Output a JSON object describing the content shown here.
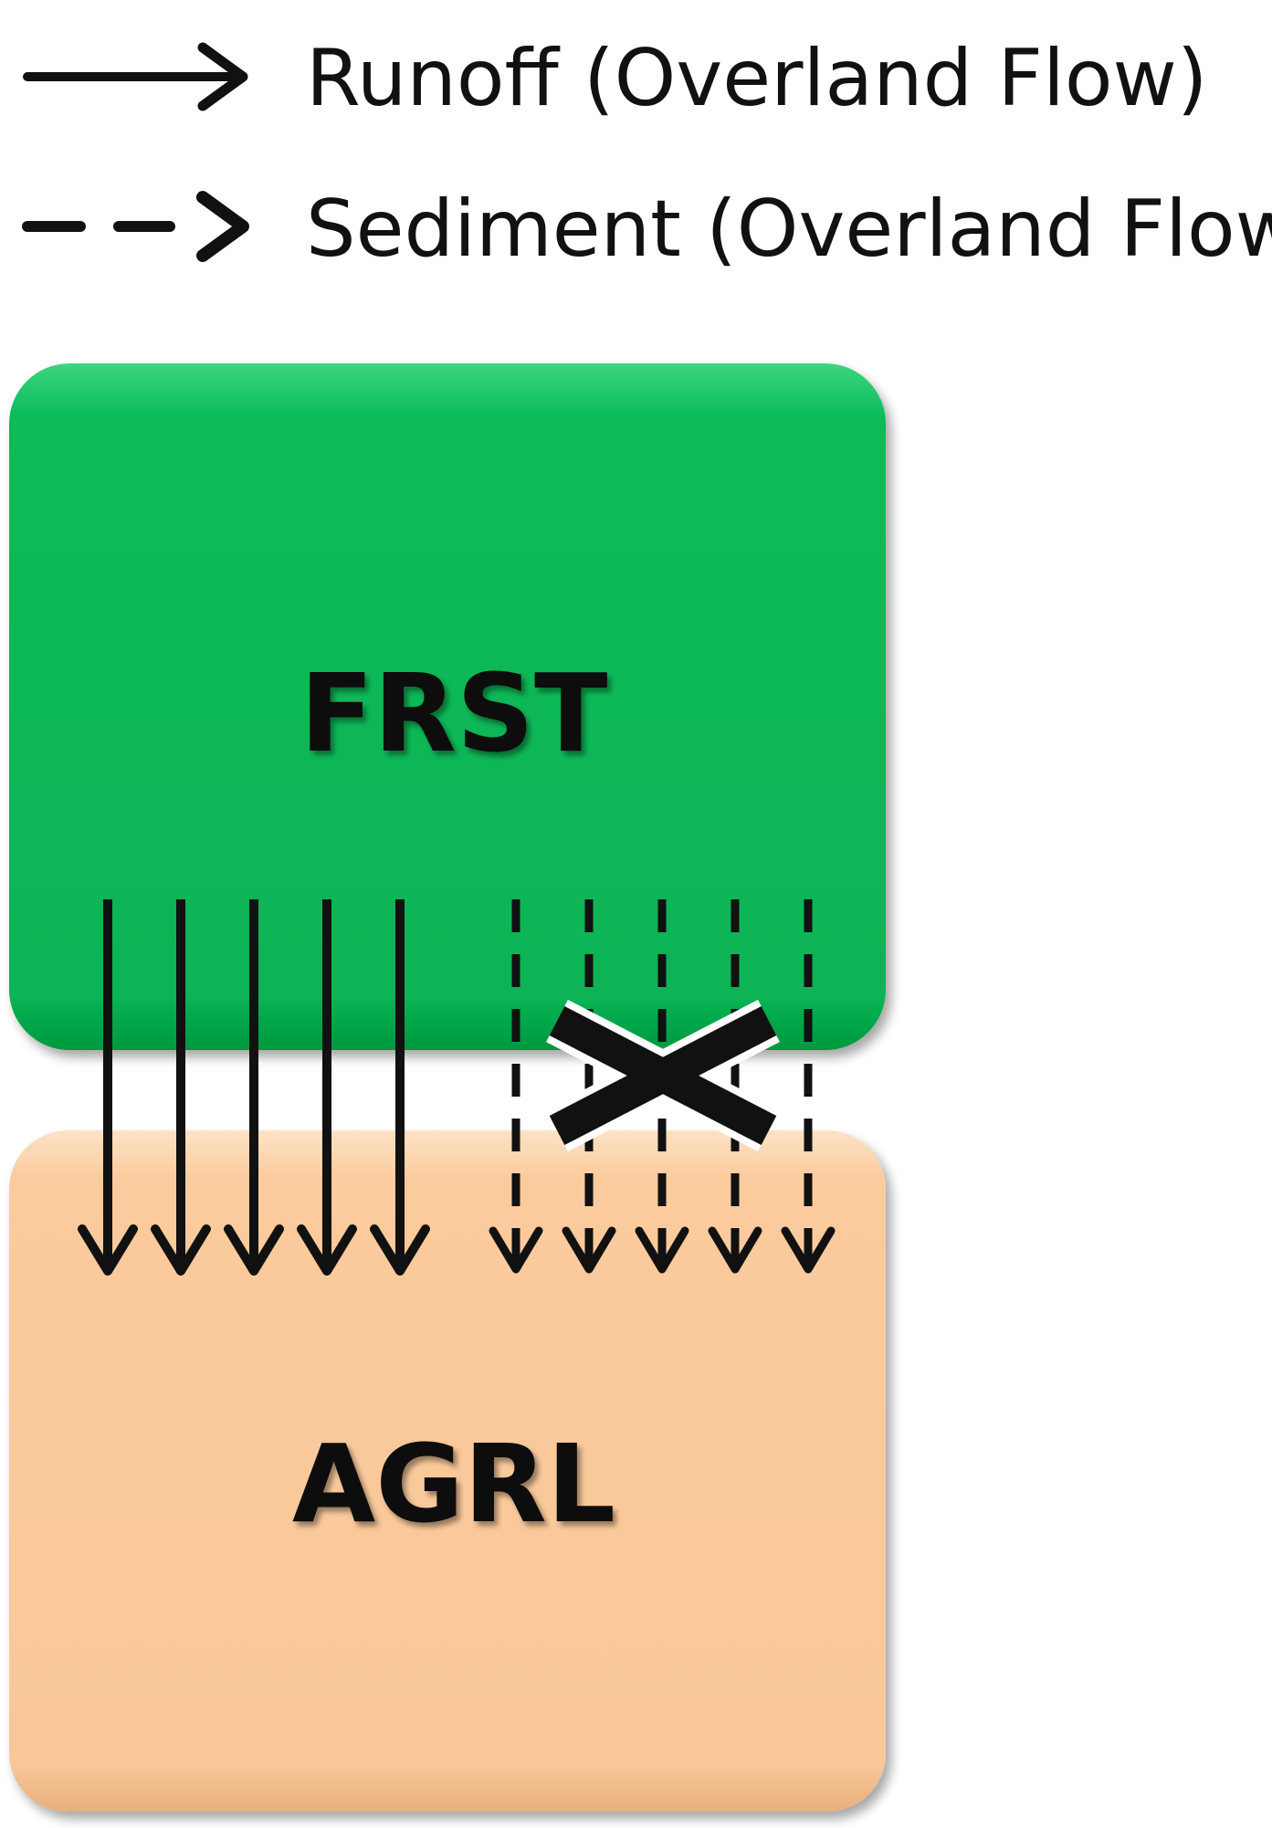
{
  "legend": {
    "runoff_label": "Runoff (Overland Flow)",
    "sediment_label": "Sediment (Overland Flow)"
  },
  "boxes": {
    "forest": {
      "label": "FRST",
      "color": "#07bb58"
    },
    "agriculture": {
      "label": "AGRL",
      "color": "#fbcb9d"
    }
  },
  "flows": {
    "runoff_arrow_count": 5,
    "sediment_arrow_count": 5,
    "sediment_blocked": true
  },
  "icons": {
    "block_marker": "cross-icon"
  }
}
